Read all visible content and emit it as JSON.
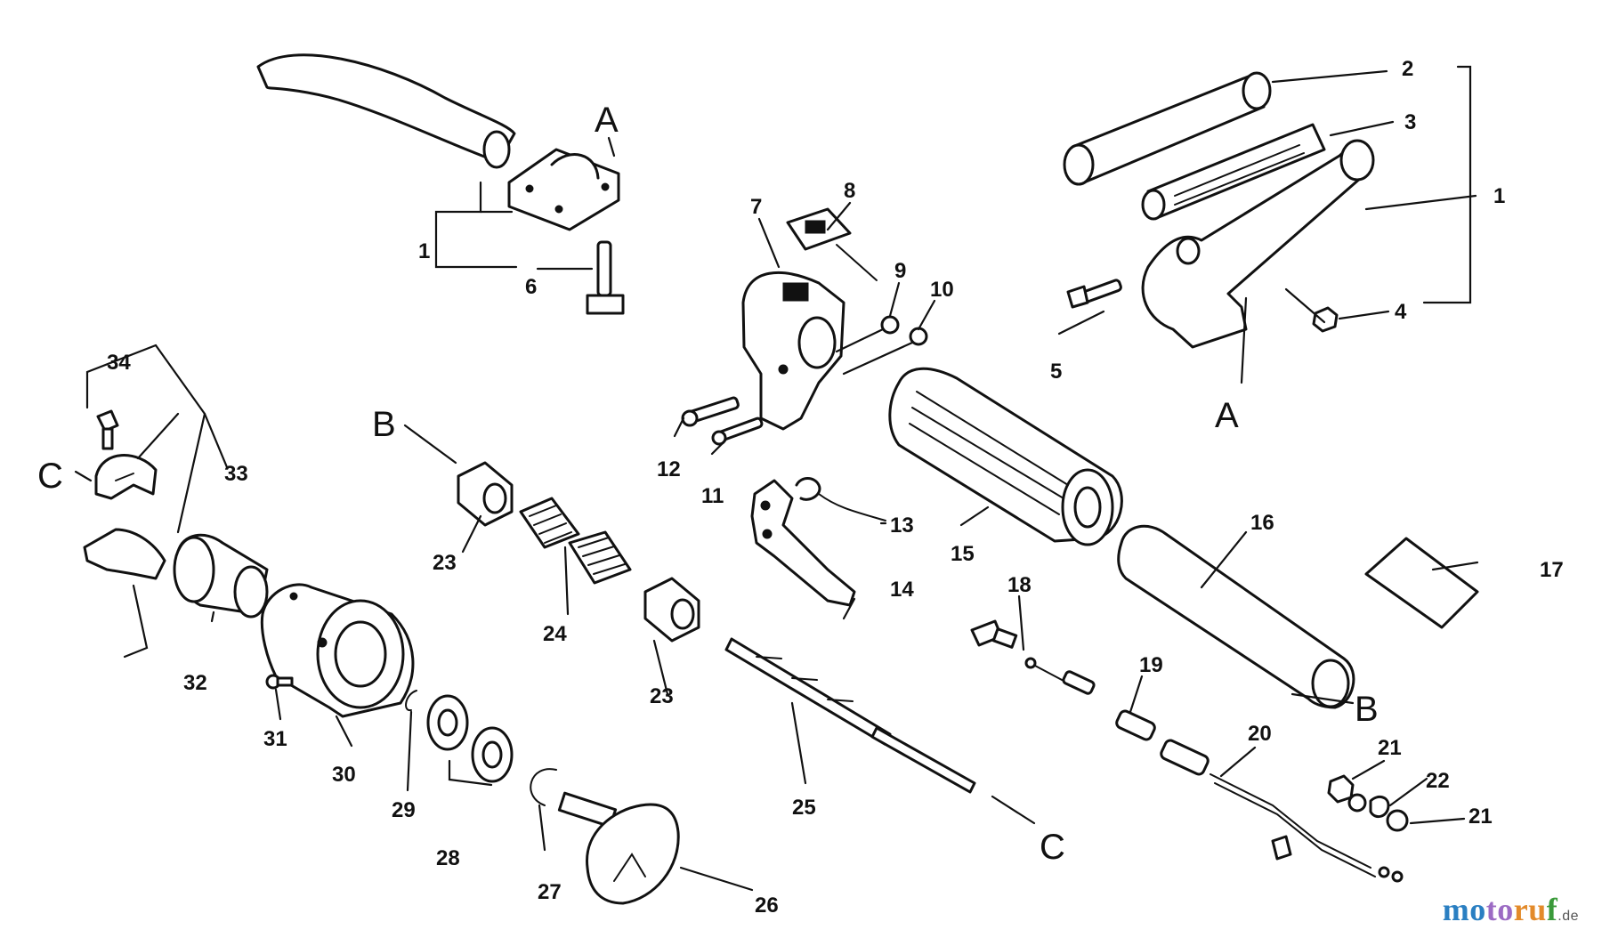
{
  "callouts": [
    {
      "id": "c-1a",
      "text": "1"
    },
    {
      "id": "c-6",
      "text": "6"
    },
    {
      "id": "c-Aa",
      "text": "A"
    },
    {
      "id": "c-7",
      "text": "7"
    },
    {
      "id": "c-8",
      "text": "8"
    },
    {
      "id": "c-9",
      "text": "9"
    },
    {
      "id": "c-10",
      "text": "10"
    },
    {
      "id": "c-2",
      "text": "2"
    },
    {
      "id": "c-3",
      "text": "3"
    },
    {
      "id": "c-1b",
      "text": "1"
    },
    {
      "id": "c-4",
      "text": "4"
    },
    {
      "id": "c-5",
      "text": "5"
    },
    {
      "id": "c-Ab",
      "text": "A"
    },
    {
      "id": "c-34",
      "text": "34"
    },
    {
      "id": "c-33",
      "text": "33"
    },
    {
      "id": "c-Ca",
      "text": "C"
    },
    {
      "id": "c-Ba",
      "text": "B"
    },
    {
      "id": "c-23a",
      "text": "23"
    },
    {
      "id": "c-24",
      "text": "24"
    },
    {
      "id": "c-23b",
      "text": "23"
    },
    {
      "id": "c-12",
      "text": "12"
    },
    {
      "id": "c-11",
      "text": "11"
    },
    {
      "id": "c-13",
      "text": "13"
    },
    {
      "id": "c-14",
      "text": "14"
    },
    {
      "id": "c-15",
      "text": "15"
    },
    {
      "id": "c-16",
      "text": "16"
    },
    {
      "id": "c-17",
      "text": "17"
    },
    {
      "id": "c-18",
      "text": "18"
    },
    {
      "id": "c-19",
      "text": "19"
    },
    {
      "id": "c-20",
      "text": "20"
    },
    {
      "id": "c-21a",
      "text": "21"
    },
    {
      "id": "c-22",
      "text": "22"
    },
    {
      "id": "c-21b",
      "text": "21"
    },
    {
      "id": "c-Bb",
      "text": "B"
    },
    {
      "id": "c-Cb",
      "text": "C"
    },
    {
      "id": "c-32",
      "text": "32"
    },
    {
      "id": "c-31",
      "text": "31"
    },
    {
      "id": "c-30",
      "text": "30"
    },
    {
      "id": "c-29",
      "text": "29"
    },
    {
      "id": "c-28",
      "text": "28"
    },
    {
      "id": "c-27",
      "text": "27"
    },
    {
      "id": "c-26",
      "text": "26"
    },
    {
      "id": "c-25",
      "text": "25"
    }
  ],
  "watermark": {
    "p1": "mo",
    "p2": "to",
    "p3": "ru",
    "p4": "f",
    "p5": ".de"
  }
}
